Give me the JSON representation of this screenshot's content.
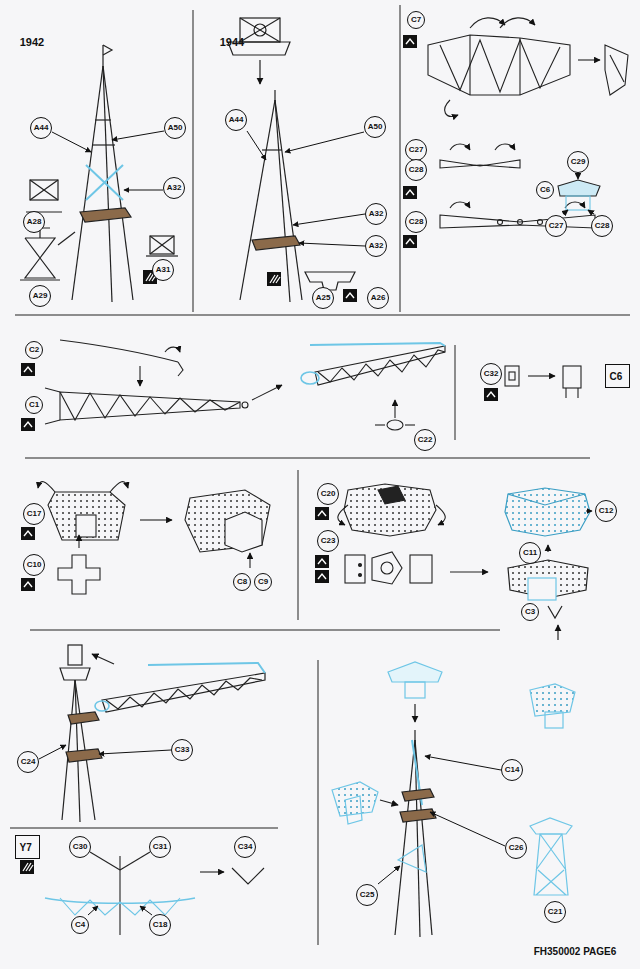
{
  "diagram": {
    "nodes": [
      {
        "text": [
          "C6"
        ]
      },
      {
        "text": [
          "Y7"
        ]
      }
    ],
    "labels": [
      "1942",
      "A44",
      "A50",
      "A28",
      "A32",
      "A31",
      "A29",
      "1944",
      "A44",
      "A50",
      "A32",
      "A32",
      "A25",
      "A26",
      "C7",
      "C27",
      "C28",
      "C28",
      "C29",
      "C6",
      "C27",
      "C28",
      "C2",
      "C1",
      "C22",
      "C32",
      "C17",
      "C10",
      "C8",
      "C9",
      "C20",
      "C23",
      "C12",
      "C11",
      "C3",
      "C24",
      "C33",
      "C30",
      "C31",
      "C34",
      "C4",
      "C18",
      "C14",
      "C26",
      "C25",
      "C21",
      "FH350002 PAGE6"
    ]
  }
}
